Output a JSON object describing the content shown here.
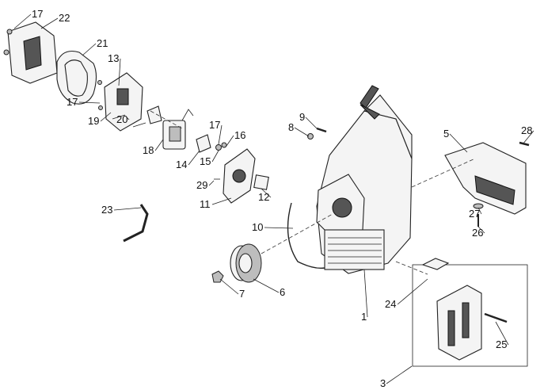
{
  "diagram": {
    "type": "exploded-parts-view",
    "part_labels": [
      "17",
      "22",
      "21",
      "13",
      "17",
      "19",
      "20",
      "18",
      "14",
      "15",
      "17",
      "16",
      "29",
      "11",
      "12",
      "9",
      "8",
      "5",
      "28",
      "27",
      "26",
      "23",
      "10",
      "6",
      "7",
      "1",
      "24",
      "25",
      "3"
    ]
  }
}
